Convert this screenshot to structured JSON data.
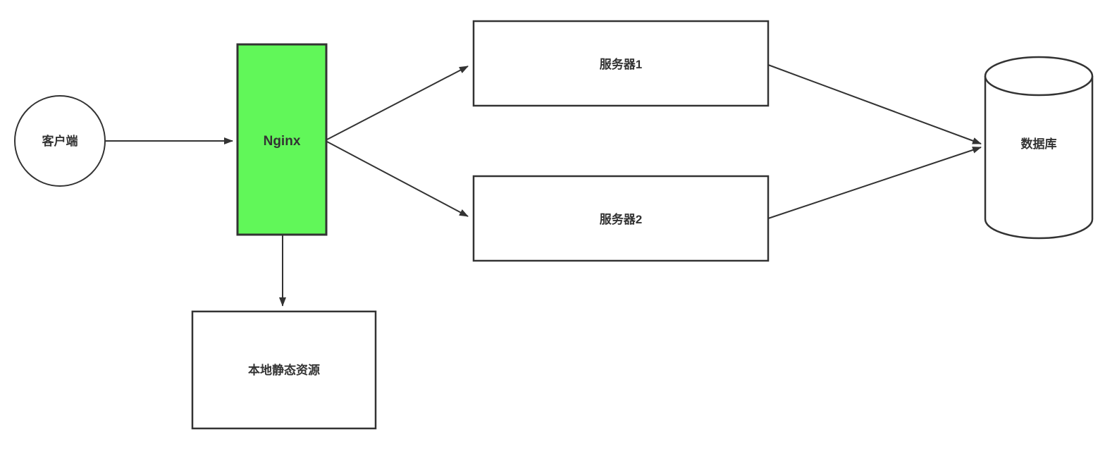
{
  "diagram": {
    "nodes": {
      "client": {
        "label": "客户端",
        "shape": "circle"
      },
      "nginx": {
        "label": "Nginx",
        "shape": "rect"
      },
      "server1": {
        "label": "服务器1",
        "shape": "rect"
      },
      "server2": {
        "label": "服务器2",
        "shape": "rect"
      },
      "database": {
        "label": "数据库",
        "shape": "cylinder"
      },
      "static_resources": {
        "label": "本地静态资源",
        "shape": "rect"
      }
    },
    "edges": [
      {
        "from": "client",
        "to": "nginx"
      },
      {
        "from": "nginx",
        "to": "server1"
      },
      {
        "from": "nginx",
        "to": "server2"
      },
      {
        "from": "server1",
        "to": "database"
      },
      {
        "from": "server2",
        "to": "database"
      },
      {
        "from": "nginx",
        "to": "static_resources"
      }
    ],
    "colors": {
      "nginx_fill": "#61F759",
      "node_fill": "#FFFFFF",
      "stroke": "#333333",
      "text": "#333333",
      "background": "#FFFFFF"
    }
  }
}
